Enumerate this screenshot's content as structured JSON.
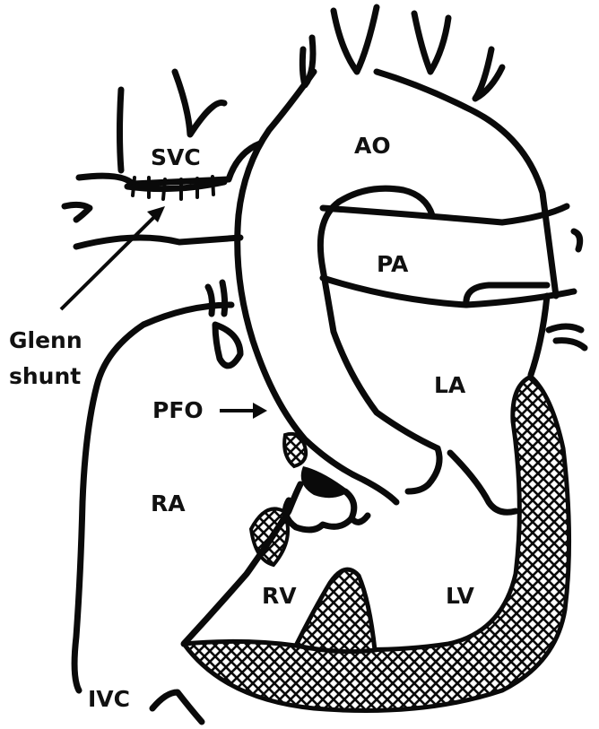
{
  "diagram": {
    "labels": {
      "svc": "SVC",
      "ao": "AO",
      "pa": "PA",
      "la": "LA",
      "ra": "RA",
      "rv": "RV",
      "lv": "LV",
      "ivc": "IVC",
      "pfo": "PFO",
      "glenn_line1": "Glenn",
      "glenn_line2": "shunt"
    },
    "colors": {
      "ink": "#0a0a0a",
      "background": "#ffffff",
      "myocardium_hatch": "#0a0a0a"
    }
  }
}
